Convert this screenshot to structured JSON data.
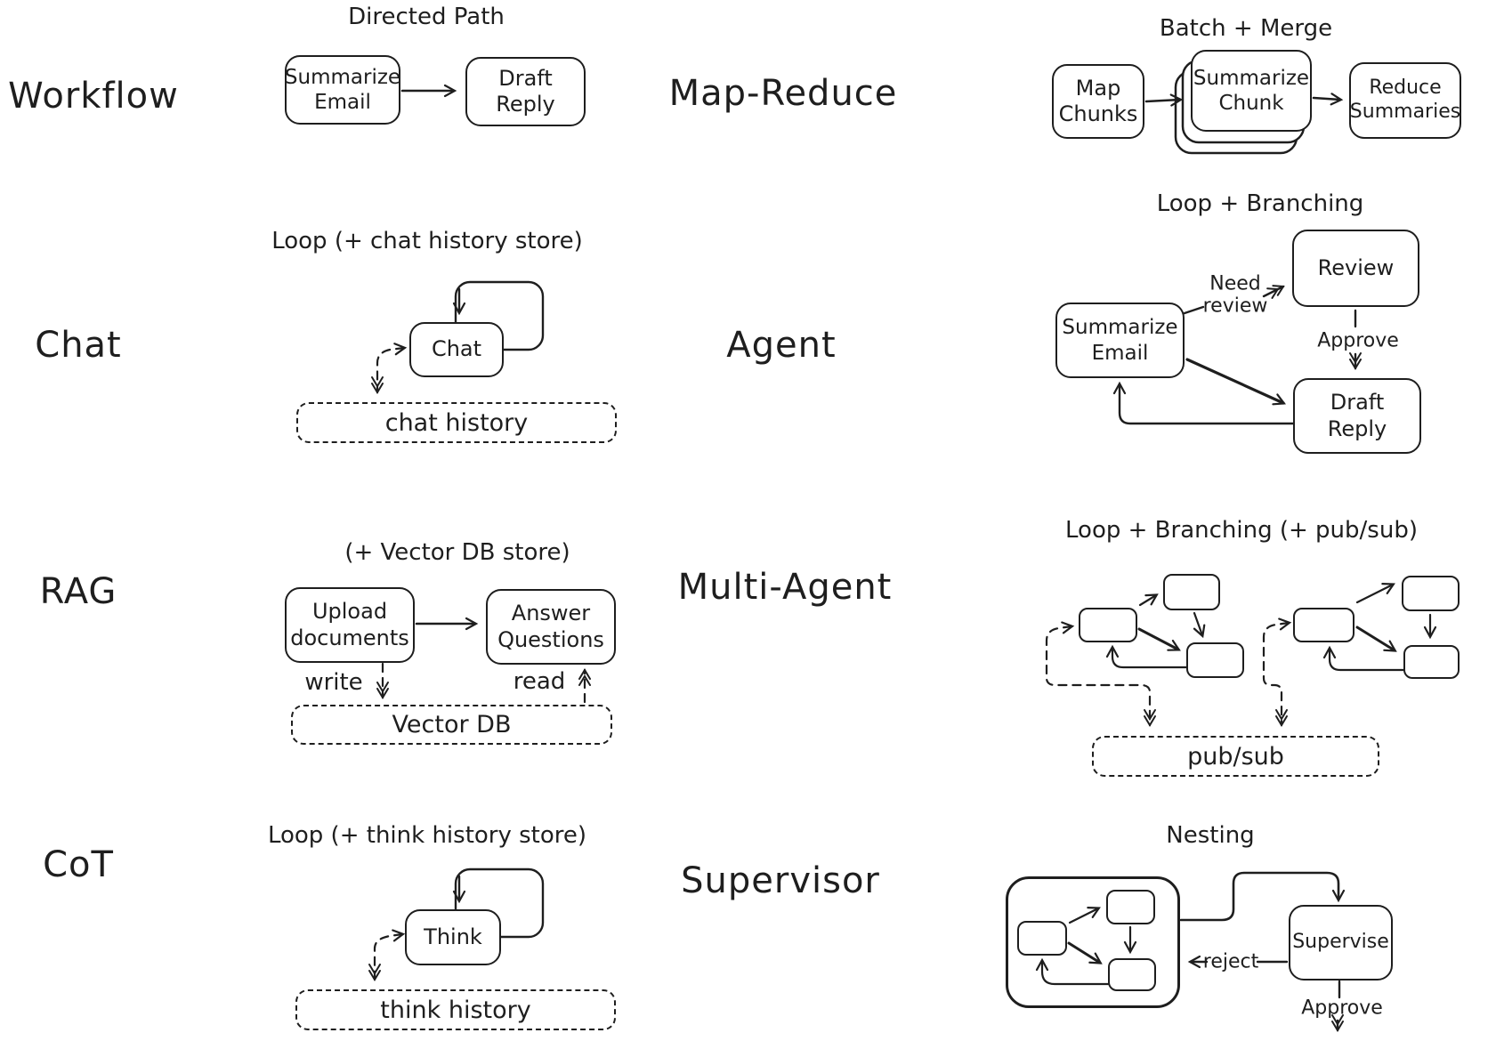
{
  "canvas": {
    "ink": "#1e1e1e",
    "background": "#ffffff"
  },
  "patterns": {
    "workflow": {
      "label": "Workflow",
      "subtitle": "Directed Path",
      "nodes": {
        "summarize_email": "Summarize\nEmail",
        "draft_reply": "Draft\nReply"
      }
    },
    "map_reduce": {
      "label": "Map-Reduce",
      "subtitle": "Batch + Merge",
      "nodes": {
        "map_chunks": "Map\nChunks",
        "summarize_chunk": "Summarize\nChunk",
        "reduce_summaries": "Reduce\nSummaries"
      }
    },
    "chat": {
      "label": "Chat",
      "subtitle": "Loop (+ chat history store)",
      "nodes": {
        "chat": "Chat",
        "chat_history": "chat history"
      }
    },
    "agent": {
      "label": "Agent",
      "subtitle": "Loop + Branching",
      "nodes": {
        "summarize_email": "Summarize\nEmail",
        "review": "Review",
        "draft_reply": "Draft\nReply"
      },
      "edges": {
        "need_review": "Need\nreview",
        "approve": "Approve"
      }
    },
    "rag": {
      "label": "RAG",
      "subtitle": "(+ Vector DB store)",
      "nodes": {
        "upload_documents": "Upload\ndocuments",
        "answer_questions": "Answer\nQuestions",
        "vector_db": "Vector DB"
      },
      "edges": {
        "write": "write",
        "read": "read"
      }
    },
    "multi_agent": {
      "label": "Multi-Agent",
      "subtitle": "Loop + Branching (+ pub/sub)",
      "nodes": {
        "pub_sub": "pub/sub"
      }
    },
    "cot": {
      "label": "CoT",
      "subtitle": "Loop (+ think history store)",
      "nodes": {
        "think": "Think",
        "think_history": "think history"
      }
    },
    "supervisor": {
      "label": "Supervisor",
      "subtitle": "Nesting",
      "nodes": {
        "supervise": "Supervise"
      },
      "edges": {
        "reject": "reject",
        "approve": "Approve"
      }
    }
  }
}
